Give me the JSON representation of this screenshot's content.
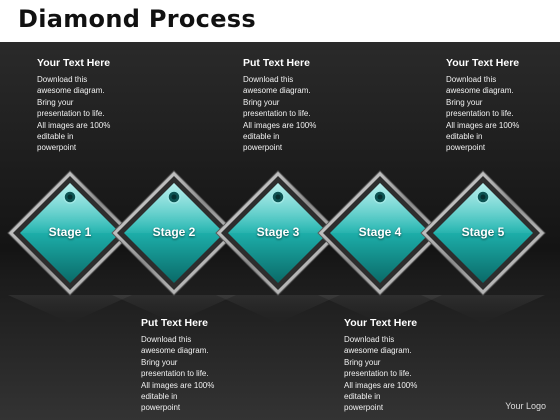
{
  "title": "Diamond Process",
  "stages": [
    {
      "label": "Stage 1"
    },
    {
      "label": "Stage 2"
    },
    {
      "label": "Stage 3"
    },
    {
      "label": "Stage 4"
    },
    {
      "label": "Stage 5"
    }
  ],
  "top_texts": [
    {
      "heading": "Your Text Here",
      "body": "Download this\nawesome diagram.\nBring your\npresentation to life.\nAll images are 100%\neditable in\npowerpoint"
    },
    {
      "heading": "Put Text Here",
      "body": "Download this\nawesome diagram.\nBring your\npresentation to life.\nAll images are 100%\neditable in\npowerpoint"
    },
    {
      "heading": "Your Text Here",
      "body": "Download this\nawesome diagram.\nBring your\npresentation to life.\nAll images are 100%\neditable in\npowerpoint"
    }
  ],
  "bottom_texts": [
    {
      "heading": "Put Text Here",
      "body": "Download this\nawesome diagram.\nBring your\npresentation to life.\nAll images are 100%\neditable in\npowerpoint"
    },
    {
      "heading": "Your Text Here",
      "body": "Download this\nawesome diagram.\nBring your\npresentation to life.\nAll images are 100%\neditable in\npowerpoint"
    }
  ],
  "logo": "Your Logo",
  "colors": {
    "background": "#1a1a1a",
    "diamond_fill": "#1fb5b0",
    "diamond_dark": "#0b6f6d",
    "frame": "#c9c9c9"
  }
}
